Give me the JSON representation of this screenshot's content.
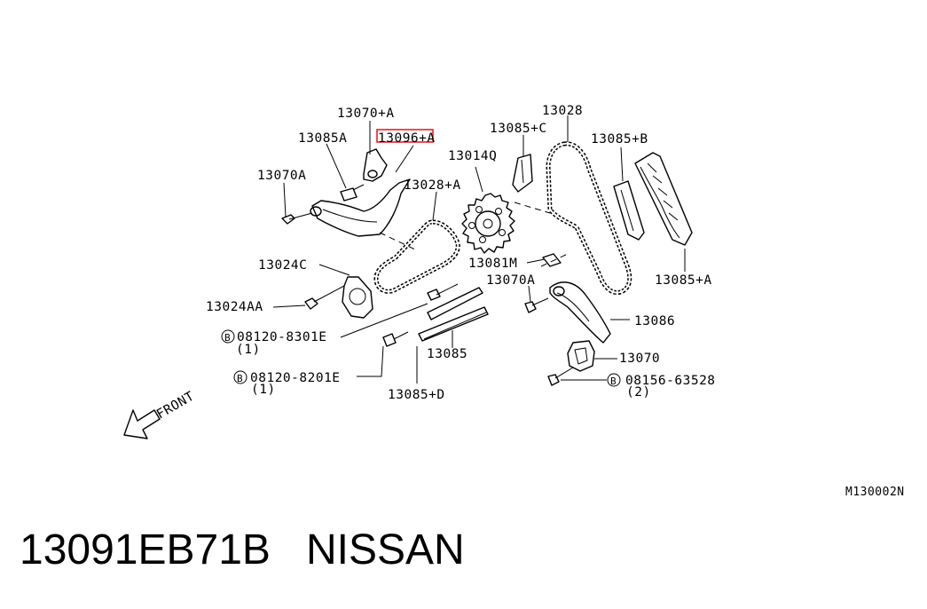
{
  "diagram": {
    "labels": {
      "p13070_a_top": "13070+A",
      "p13085a": "13085A",
      "p13096_a": "13096+A",
      "p13070a_left": "13070A",
      "p13028_a": "13028+A",
      "p13014q": "13014Q",
      "p13085_c": "13085+C",
      "p13028": "13028",
      "p13085_b": "13085+B",
      "p13024c": "13024C",
      "p13081m": "13081M",
      "p13085_a": "13085+A",
      "p13024aa": "13024AA",
      "p13070a_mid": "13070A",
      "p13086": "13086",
      "bolt1": "08120-8301E",
      "bolt1_qty": "(1)",
      "p13085": "13085",
      "p13070": "13070",
      "bolt2": "08120-8201E",
      "bolt2_qty": "(1)",
      "p13085_d": "13085+D",
      "bolt3": "08156-63528",
      "bolt3_qty": "(2)",
      "front": "FRONT",
      "bolt_marker": "B",
      "drawing_code": "M130002N"
    },
    "highlight_color": "#e8202a"
  },
  "caption": {
    "part_number": "13091EB71B",
    "brand": "NISSAN"
  }
}
